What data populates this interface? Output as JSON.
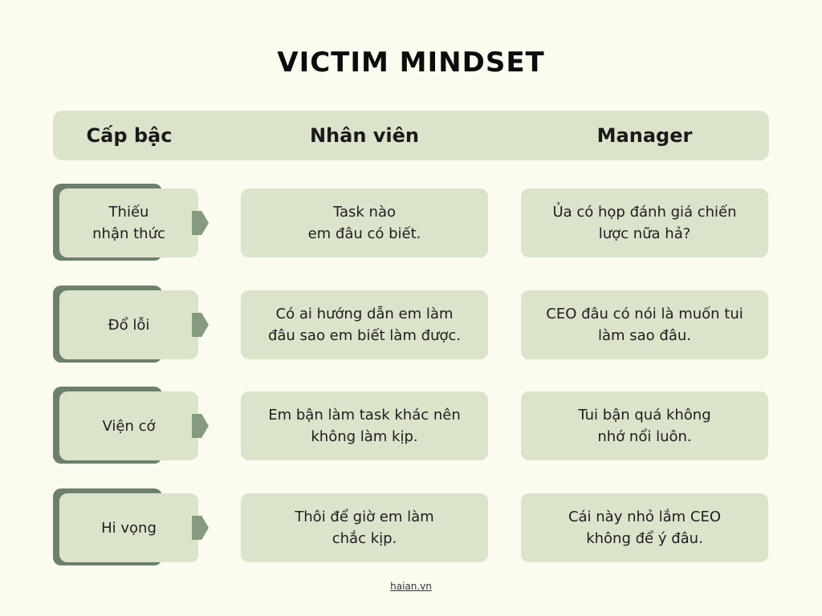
{
  "title": "VICTIM MINDSET",
  "header": {
    "level": "Cấp bậc",
    "staff": "Nhân viên",
    "manager": "Manager"
  },
  "rows": [
    {
      "level": [
        "Thiếu",
        "nhận thức"
      ],
      "staff": [
        "Task nào",
        "em đâu có biết."
      ],
      "manager": [
        "Ủa có họp đánh giá chiến",
        "lược nữa hả?"
      ]
    },
    {
      "level": [
        "Đổ lỗi"
      ],
      "staff": [
        "Có ai hướng dẫn em làm",
        "đâu sao em biết làm được."
      ],
      "manager": [
        "CEO đâu có nói là muốn tui",
        "làm sao đâu."
      ]
    },
    {
      "level": [
        "Viện cớ"
      ],
      "staff": [
        "Em bận làm task khác nên",
        "không làm kịp."
      ],
      "manager": [
        "Tui bận quá không",
        "nhớ nổi luôn."
      ]
    },
    {
      "level": [
        "Hi vọng"
      ],
      "staff": [
        "Thôi để giờ em làm",
        "chắc kịp."
      ],
      "manager": [
        "Cái này nhỏ lắm CEO",
        "không để ý đâu."
      ]
    }
  ],
  "footer": "haian.vn",
  "colors": {
    "background": "#fbfbf0",
    "box": "#dbe4cb",
    "shadow": "#6c806c",
    "arrow": "#869a80"
  }
}
